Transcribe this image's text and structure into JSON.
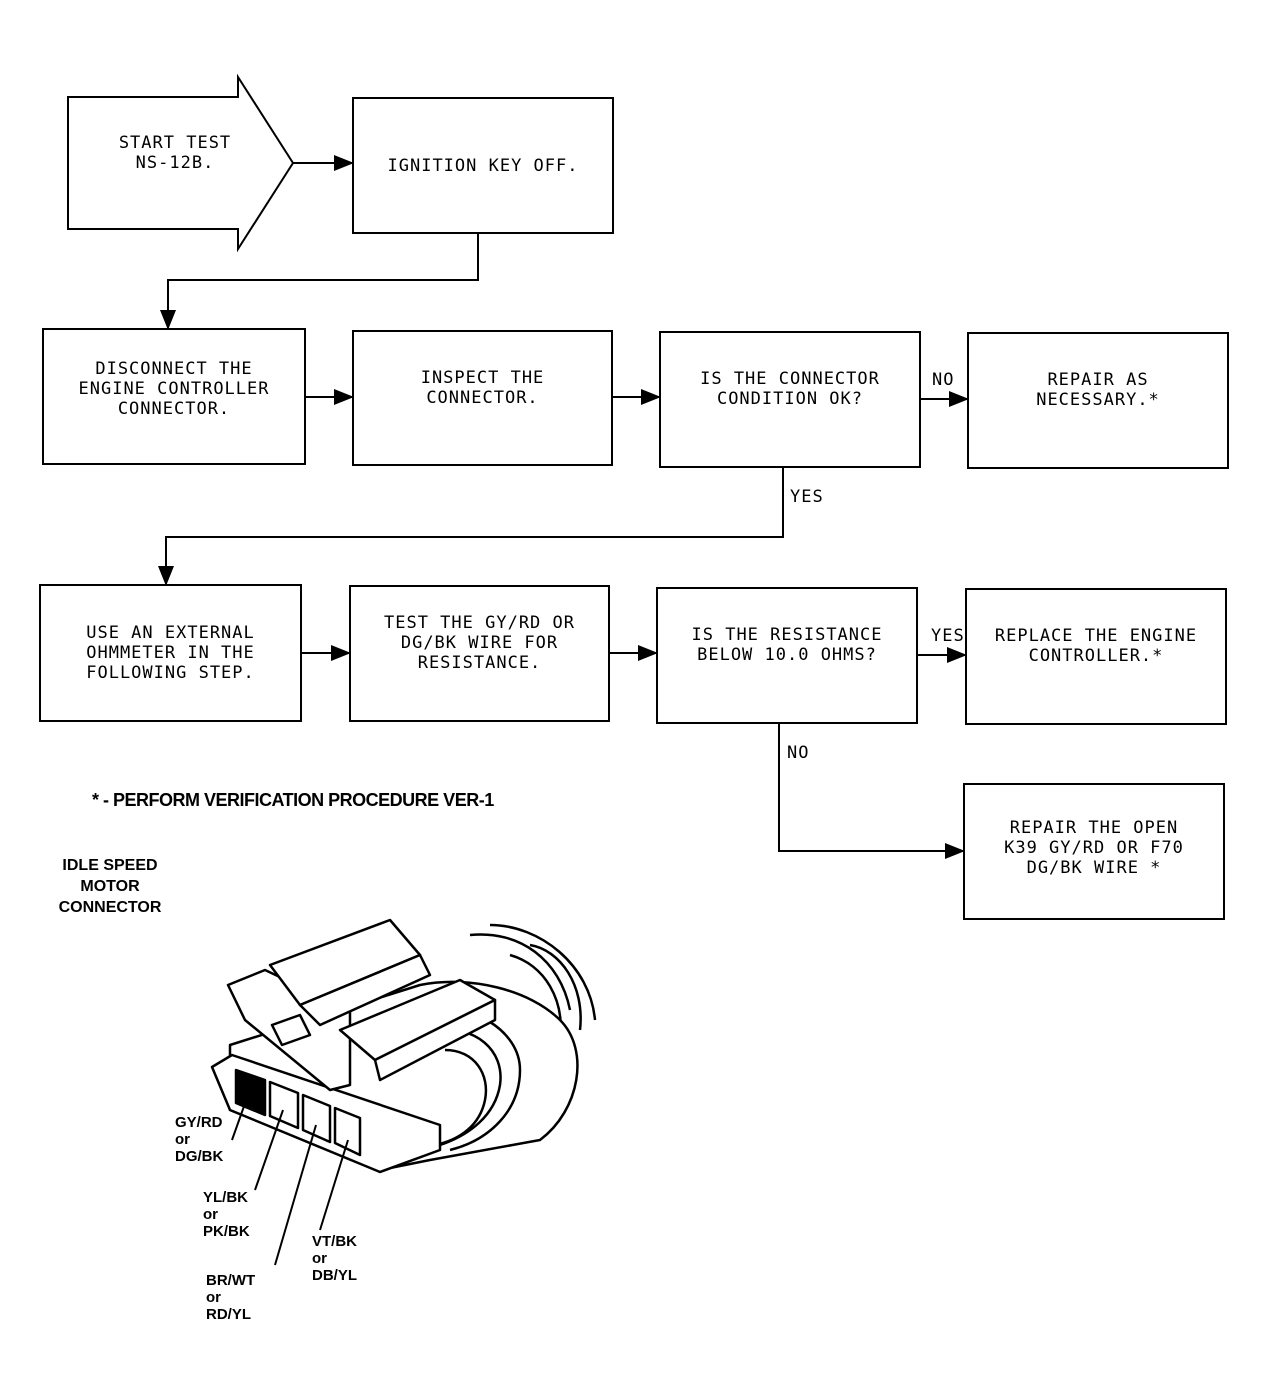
{
  "start": {
    "text": "START TEST\nNS-12B."
  },
  "boxes": {
    "ignition_off": "IGNITION KEY OFF.",
    "disconnect": "DISCONNECT THE\nENGINE CONTROLLER\nCONNECTOR.",
    "inspect": "INSPECT THE\nCONNECTOR.",
    "connector_ok": "IS THE CONNECTOR\nCONDITION OK?",
    "repair_necessary": "REPAIR AS\nNECESSARY.*",
    "use_ohmmeter": "USE AN EXTERNAL\nOHMMETER IN THE\nFOLLOWING STEP.",
    "test_wire": "TEST THE GY/RD OR\nDG/BK WIRE FOR\nRESISTANCE.",
    "resistance_check": "IS THE RESISTANCE\nBELOW 10.0 OHMS?",
    "replace_controller": "REPLACE THE ENGINE\nCONTROLLER.*",
    "repair_open": "REPAIR THE OPEN\nK39 GY/RD OR F70\nDG/BK WIRE *"
  },
  "edge_labels": {
    "no_1": "NO",
    "yes_1": "YES",
    "yes_2": "YES",
    "no_2": "NO"
  },
  "footnote": "* - PERFORM VERIFICATION PROCEDURE VER-1",
  "connector": {
    "title": "IDLE SPEED\nMOTOR\nCONNECTOR",
    "pins": [
      "GY/RD\nor\nDG/BK",
      "YL/BK\nor\nPK/BK",
      "BR/WT\nor\nRD/YL",
      "VT/BK\nor\nDB/YL"
    ]
  }
}
